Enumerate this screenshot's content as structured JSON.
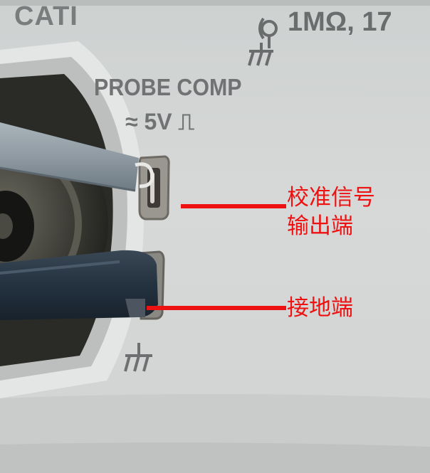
{
  "panel": {
    "brand_fragment": "CATI",
    "input_spec": "1MΩ, 17",
    "probe_comp_title": "PROBE COMP",
    "probe_comp_voltage": "≈ 5V ⎍"
  },
  "annotations": {
    "calibration_output_line1": "校准信号",
    "calibration_output_line2": "输出端",
    "ground_terminal": "接地端"
  },
  "icons": {
    "bnc_input_symbol": "coax-connector-icon",
    "chassis_ground_top": "chassis-ground-icon",
    "chassis_ground_bottom": "chassis-ground-icon"
  },
  "colors": {
    "panel": "#d4d7d6",
    "label_text": "#6d6f70",
    "annotation": "#ee1111",
    "probe_clip": "#243240"
  }
}
